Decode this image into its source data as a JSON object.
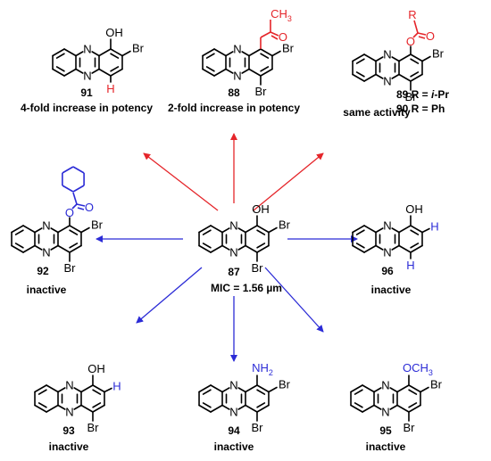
{
  "labels": {
    "N": "N",
    "OH": "OH",
    "Br": "Br",
    "H": "H",
    "O": "O",
    "CH3": "CH3",
    "CH3_main": "CH",
    "CH3_sub": "3",
    "R": "R",
    "NH2_main": "NH",
    "NH2_sub": "2",
    "OCH3_main": "OCH",
    "OCH3_sub": "3"
  },
  "compounds": [
    {
      "id": "91",
      "caption": "4-fold increase in potency"
    },
    {
      "id": "88",
      "caption": "2-fold increase in potency"
    },
    {
      "id": "89",
      "caption": "89 R = i-Pr"
    },
    {
      "id": "90",
      "caption": "90 R = Ph"
    },
    {
      "id": "92",
      "caption": "inactive"
    },
    {
      "id": "87",
      "caption": "MIC = 1.56 µm"
    },
    {
      "id": "96",
      "caption": "inactive"
    },
    {
      "id": "93",
      "caption": "inactive"
    },
    {
      "id": "94",
      "caption": "inactive"
    },
    {
      "id": "95",
      "caption": "inactive"
    }
  ],
  "same_activity": "same activity",
  "r89_prefix": "89 R = ",
  "r89_ipr": "i",
  "r89_rest": "-Pr",
  "r90": "90 R = Ph",
  "mic": "MIC = 1.56 µm",
  "colors": {
    "red": "#e5252a",
    "blue": "#2b2bd6",
    "black": "#000000"
  }
}
